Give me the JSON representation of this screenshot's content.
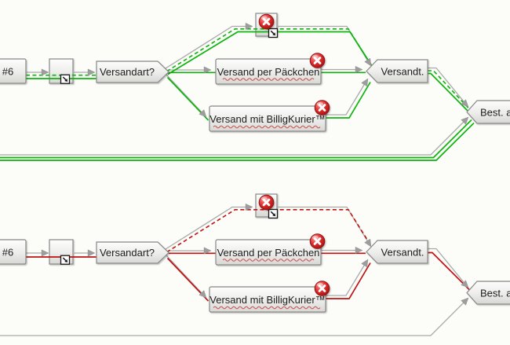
{
  "window": {
    "background": "#fcfcf9"
  },
  "palette": {
    "traversed_path_green": "#0db40d",
    "traversed_path_red": "#bf1212",
    "connector_gray": "#a9a9a9",
    "node_border_gray": "#878787",
    "error_badge_red": "#cf1f1f",
    "spellcheck_underline_red": "#cc5a5a"
  },
  "icons": {
    "error_badge": "error-icon",
    "subprocess_marker": "subprocess-arrow-icon",
    "connector_arrow": "arrowhead-icon"
  },
  "diagrams": [
    {
      "id": "top",
      "flow_highlight": "green",
      "nodes": {
        "start": {
          "label": "#6"
        },
        "gateway": {
          "label": "Versandart?"
        },
        "task_paeckchen": {
          "label": "Versand per Päckchen"
        },
        "task_billigkurier": {
          "label": "Versand mit BilligKurier™"
        },
        "merge": {
          "label": "Versandt."
        },
        "end": {
          "label": "Best. a"
        }
      }
    },
    {
      "id": "bottom",
      "flow_highlight": "red",
      "nodes": {
        "start": {
          "label": "#6"
        },
        "gateway": {
          "label": "Versandart?"
        },
        "task_paeckchen": {
          "label": "Versand per Päckchen"
        },
        "task_billigkurier": {
          "label": "Versand mit BilligKurier™"
        },
        "merge": {
          "label": "Versandt."
        },
        "end": {
          "label": "Best. a"
        }
      }
    }
  ]
}
